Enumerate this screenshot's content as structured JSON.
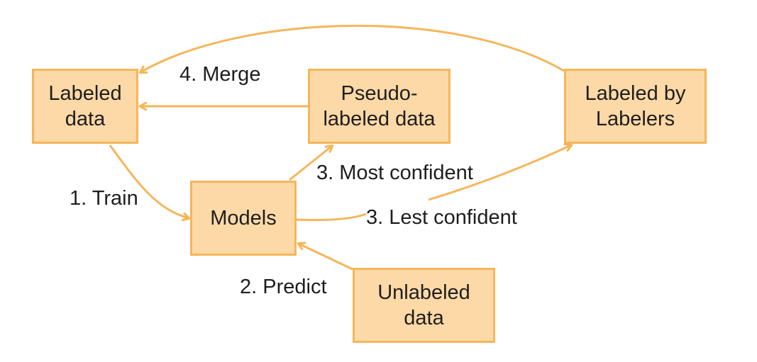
{
  "colors": {
    "box_fill": "#fdd9a7",
    "box_border": "#f5b65a",
    "arrow": "#f5b65a",
    "text": "#1e1e1e"
  },
  "nodes": {
    "labeled_data": [
      "Labeled",
      "data"
    ],
    "pseudo_labeled_data": [
      "Pseudo-",
      "labeled data"
    ],
    "labeled_by_labelers": [
      "Labeled by",
      "Labelers"
    ],
    "models": [
      "Models"
    ],
    "unlabeled_data": [
      "Unlabeled",
      "data"
    ]
  },
  "edge_labels": {
    "merge": "4. Merge",
    "train": "1. Train",
    "most_confident": "3. Most confident",
    "lest_confident": "3. Lest confident",
    "predict": "2. Predict"
  }
}
